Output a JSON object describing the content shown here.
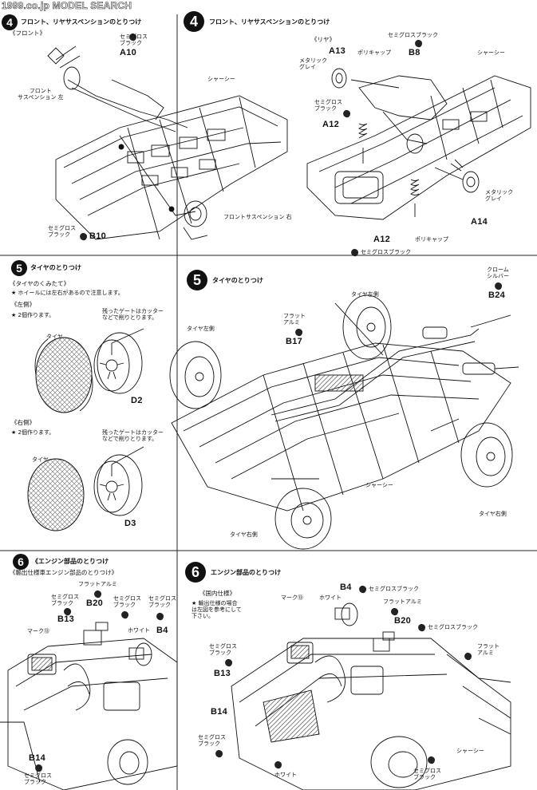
{
  "watermark": "1999.co.jp MODEL SEARCH",
  "colors": {
    "ink": "#111111",
    "paper": "#ffffff",
    "hatch": "#333333"
  },
  "step4_front": {
    "number": "4",
    "title": "フロント、リヤサスペンションのとりつけ",
    "section": "《フロント》",
    "labels": {
      "front_susp_left": "フロント\nサスペンション 左",
      "semi_gloss_black_top": "セミグロス\nブラック",
      "a10": "A10",
      "chassis": "シャーシー",
      "front_susp_right": "フロントサスペンション 右",
      "semi_gloss_black_bottom": "セミグロス\nブラック",
      "b10": "B10"
    }
  },
  "step4_rear": {
    "number": "4",
    "title": "フロント、リヤサスペンションのとりつけ",
    "section": "《リヤ》",
    "labels": {
      "a13": "A13",
      "polycap_top": "ポリキャップ",
      "metallic_gray_left": "メタリック\nグレイ",
      "semi_gloss_black_b8": "セミグロスブラック",
      "b8": "B8",
      "chassis": "シャーシー",
      "semi_gloss_black_a12": "セミグロス\nブラック",
      "a12_top": "A12",
      "metallic_gray_right": "メタリック\nグレイ",
      "a14": "A14",
      "polycap_bottom": "ポリキャップ",
      "a12_bottom": "A12",
      "semi_gloss_black_bottom": "セミグロスブラック"
    }
  },
  "step5_left": {
    "number": "5",
    "title": "タイヤのとりつけ",
    "section": "《タイヤのくみたて》",
    "note": "★ ホイールには左右があるので注意します。",
    "left_side": "《左側》",
    "left_qty": "★ 2個作ります。",
    "gate_note_1": "残ったゲートはカッター\nなどで削りとります。",
    "tire_1": "タイヤ",
    "d2": "D2",
    "right_side": "《右側》",
    "right_qty": "★ 2個作ります。",
    "gate_note_2": "残ったゲートはカッター\nなどで削りとります。",
    "tire_2": "タイヤ",
    "d3": "D3"
  },
  "step5_right": {
    "number": "5",
    "title": "タイヤのとりつけ",
    "labels": {
      "chrome_silver": "クローム\nシルバー",
      "b24": "B24",
      "tire_left_top": "タイヤ左側",
      "flat_aluminum": "フラット\nアルミ",
      "b17": "B17",
      "tire_left_side": "タイヤ左側",
      "chassis": "シャーシー",
      "tire_right_front": "タイヤ右側",
      "tire_right_back": "タイヤ右側"
    }
  },
  "step6_left": {
    "number": "6",
    "title": "《エンジン部品のとりつけ",
    "section": "《輸出仕様車エンジン部品のとりつけ》",
    "labels": {
      "flat_aluminum": "フラットアルミ",
      "semi_gloss_black_1": "セミグロス\nブラック",
      "b13": "B13",
      "b20": "B20",
      "semi_gloss_black_2": "セミグロス\nブラック",
      "semi_gloss_black_3": "セミグロス\nブラック",
      "mark13": "マーク⑬",
      "white": "ホワイト",
      "b4": "B4",
      "b14": "B14",
      "semi_gloss_black_4": "セミグロス\nブラック"
    }
  },
  "step6_right": {
    "number": "6",
    "title": "エンジン部品のとりつけ",
    "section": "《国内仕様》",
    "note": "★ 輸出仕様の場合\nは左図を参考にして\n下さい。",
    "labels": {
      "b4": "B4",
      "semi_gloss_black_b4": "セミグロスブラック",
      "mark13": "マーク⑬",
      "white_top": "ホワイト",
      "flat_aluminum_1": "フラットアルミ",
      "b20": "B20",
      "semi_gloss_black_b20": "セミグロスブラック",
      "flat_aluminum_2": "フラット\nアルミ",
      "semi_gloss_black_b13": "セミグロス\nブラック",
      "b13": "B13",
      "b14": "B14",
      "semi_gloss_black_b14": "セミグロス\nブラック",
      "white_bottom": "ホワイト",
      "chassis": "シャーシー",
      "semi_gloss_black_bottom": "セミグロス\nブラック"
    }
  }
}
